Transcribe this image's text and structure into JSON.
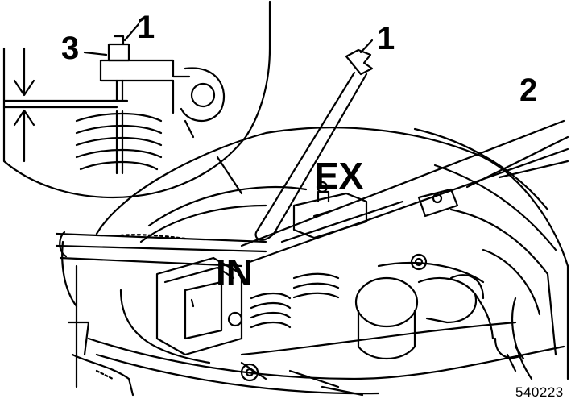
{
  "callouts": {
    "inset_locknut": "3",
    "inset_adjust_screw": "1",
    "wrench": "1",
    "feeler_gauge": "2"
  },
  "valves": {
    "exhaust": "EX",
    "intake": "IN"
  },
  "figure_code": "540223",
  "colors": {
    "ink": "#000000",
    "paper": "#ffffff"
  }
}
